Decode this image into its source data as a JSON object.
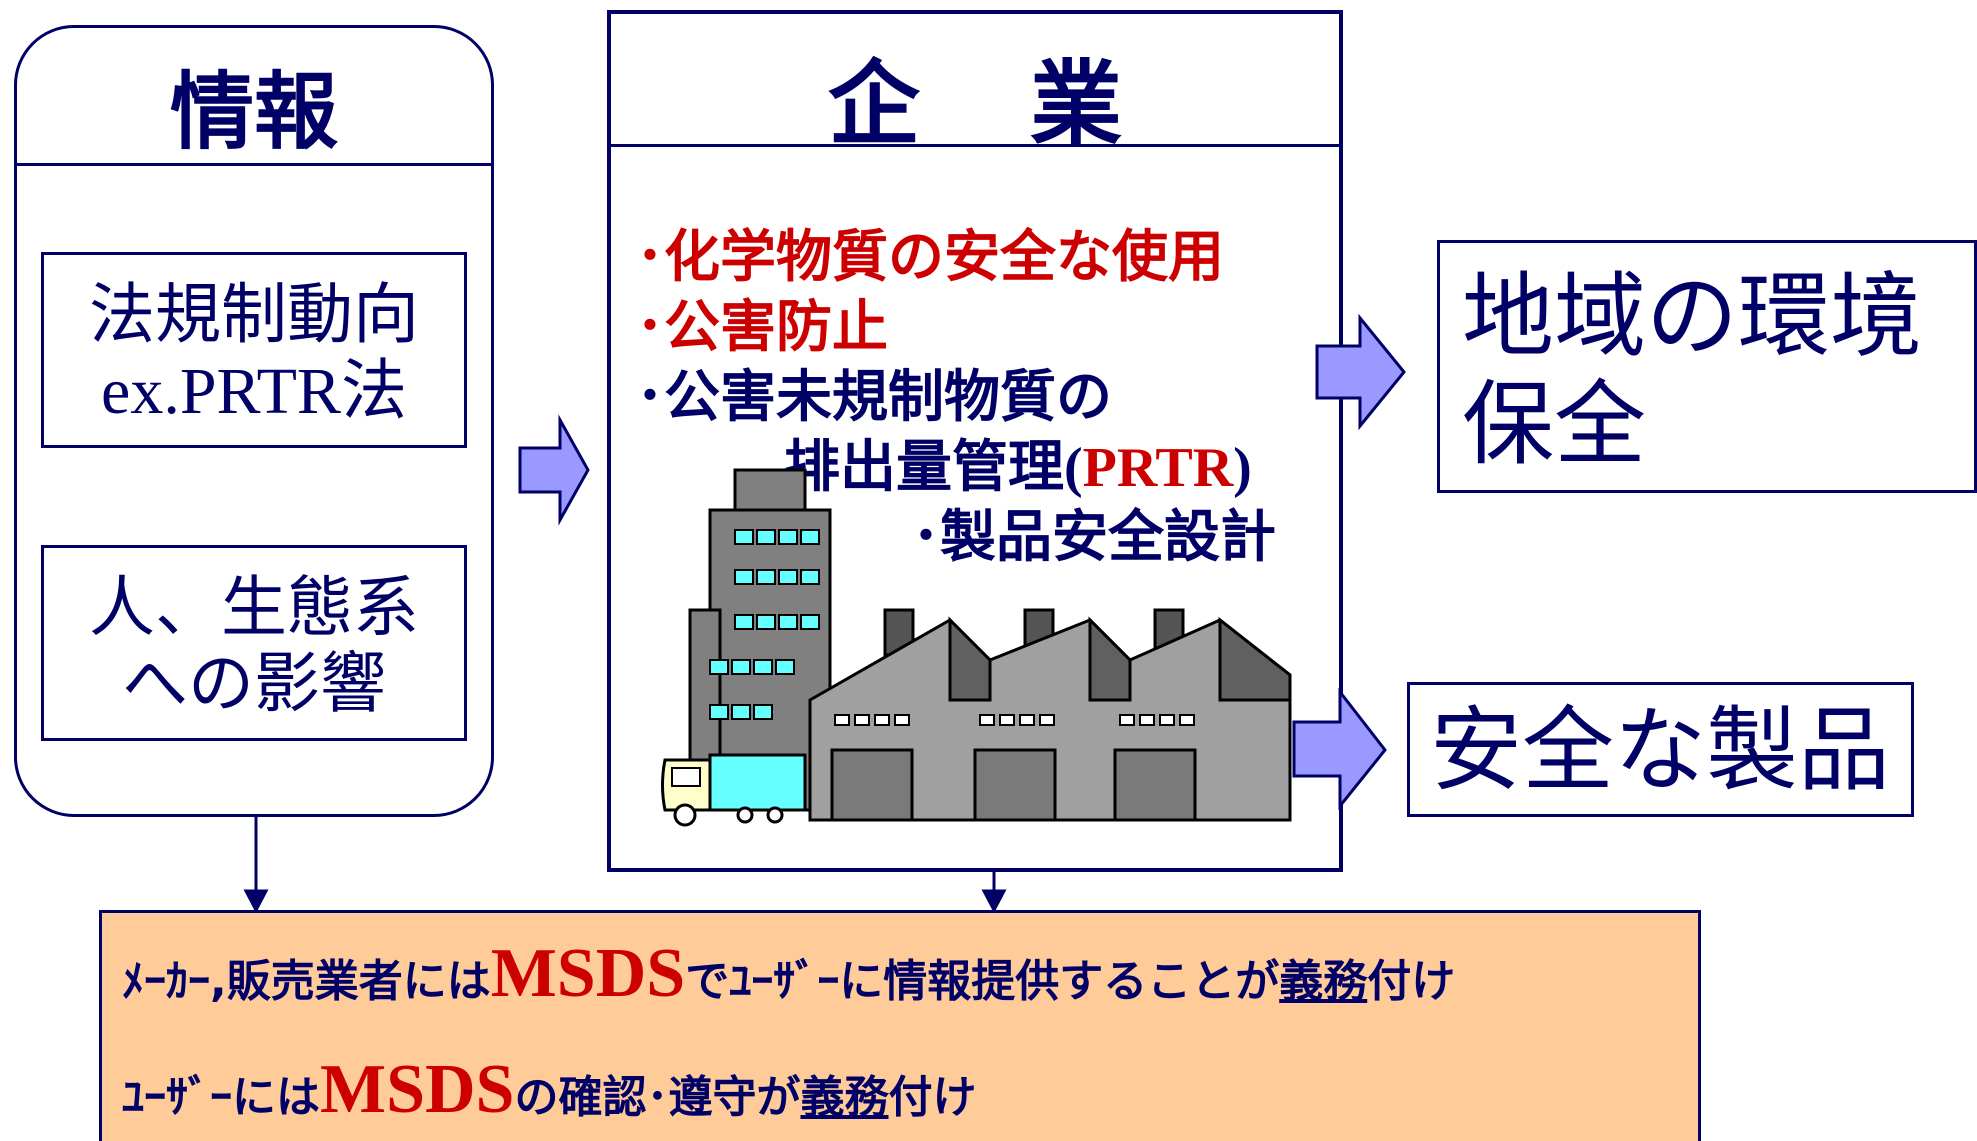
{
  "info": {
    "title": "情報",
    "box1": {
      "line1": "法規制動向",
      "line2_prefix": "ex.PRTR",
      "line2_suffix": "法"
    },
    "box2": {
      "line1": "人、生態系",
      "line2": "への影響"
    }
  },
  "enterprise": {
    "title": "企業",
    "items": [
      {
        "text": "･化学物質の安全な使用"
      },
      {
        "text": "･公害防止"
      },
      {
        "text": "･公害未規制物質の"
      },
      {
        "text_a": "排出量管理",
        "text_b": "(",
        "text_c": "PRTR",
        "text_d": ")"
      },
      {
        "text": "･製品安全設計"
      }
    ]
  },
  "outputs": {
    "env": {
      "line1": "地域の環境",
      "line2": "保全"
    },
    "safe": {
      "text": "安全な製品"
    }
  },
  "banner": {
    "line1": {
      "a": "ﾒｰｶｰ,販売業者には",
      "msds": "MSDS",
      "b": "でﾕｰｻﾞｰに情報提供することが",
      "c": "義務",
      "d": "付け"
    },
    "line2": {
      "a": "ﾕｰｻﾞｰには",
      "msds": "MSDS",
      "b": "の確認･遵守が",
      "c": "義務",
      "d": "付け"
    }
  },
  "colors": {
    "navy": "#000066",
    "red": "#cc0000",
    "arrow_fill": "#9999ff",
    "banner_bg": "#ffcc99",
    "building": "#808080",
    "truck_cargo": "#66ffff"
  }
}
